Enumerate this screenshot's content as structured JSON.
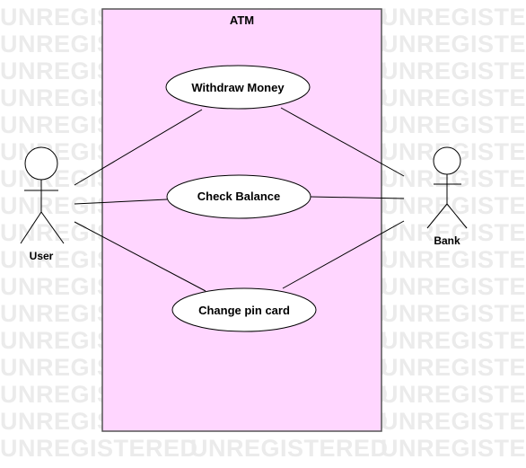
{
  "watermark": {
    "text": "UNREGISTERED",
    "color": "#ebebeb"
  },
  "system": {
    "title": "ATM",
    "fill_color": "#ffd6ff",
    "border_color": "#555555"
  },
  "actors": [
    {
      "id": "user",
      "label": "User"
    },
    {
      "id": "bank",
      "label": "Bank"
    }
  ],
  "use_cases": [
    {
      "id": "withdraw",
      "label": "Withdraw Money"
    },
    {
      "id": "balance",
      "label": "Check Balance"
    },
    {
      "id": "pin",
      "label": "Change pin card"
    }
  ],
  "associations": [
    {
      "from": "user",
      "to": "withdraw"
    },
    {
      "from": "user",
      "to": "balance"
    },
    {
      "from": "user",
      "to": "pin"
    },
    {
      "from": "bank",
      "to": "withdraw"
    },
    {
      "from": "bank",
      "to": "balance"
    },
    {
      "from": "bank",
      "to": "pin"
    }
  ]
}
